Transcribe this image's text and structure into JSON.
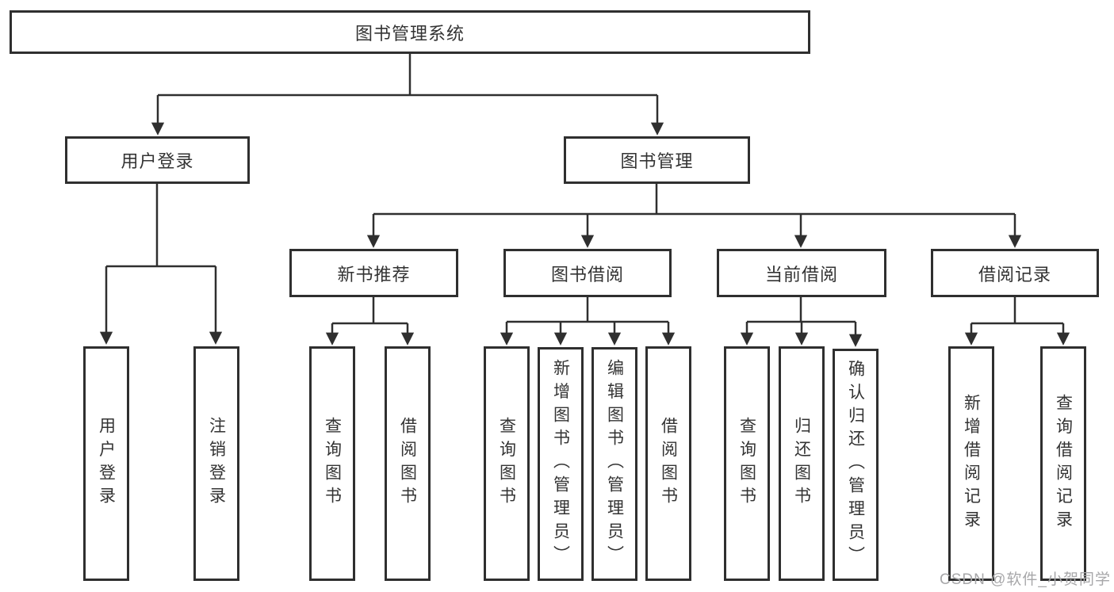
{
  "diagram_title": "图书管理系统",
  "tree": {
    "label": "图书管理系统",
    "children": [
      {
        "label": "用户登录",
        "children": [
          {
            "label": "用户登录"
          },
          {
            "label": "注销登录"
          }
        ]
      },
      {
        "label": "图书管理",
        "children": [
          {
            "label": "新书推荐",
            "children": [
              {
                "label": "查询图书"
              },
              {
                "label": "借阅图书"
              }
            ]
          },
          {
            "label": "图书借阅",
            "children": [
              {
                "label": "查询图书"
              },
              {
                "label": "新增图书（管理员）"
              },
              {
                "label": "编辑图书（管理员）"
              },
              {
                "label": "借阅图书"
              }
            ]
          },
          {
            "label": "当前借阅",
            "children": [
              {
                "label": "查询图书"
              },
              {
                "label": "归还图书"
              },
              {
                "label": "确认归还（管理员）"
              }
            ]
          },
          {
            "label": "借阅记录",
            "children": [
              {
                "label": "新增借阅记录"
              },
              {
                "label": "查询借阅记录"
              }
            ]
          }
        ]
      }
    ]
  },
  "watermark": "CSDN @软件_小贺同学",
  "colors": {
    "line": "#2f2f2f",
    "box_border": "#2f2f2f",
    "text": "#333333",
    "watermark": "#a7a7a9",
    "background": "#ffffff"
  }
}
